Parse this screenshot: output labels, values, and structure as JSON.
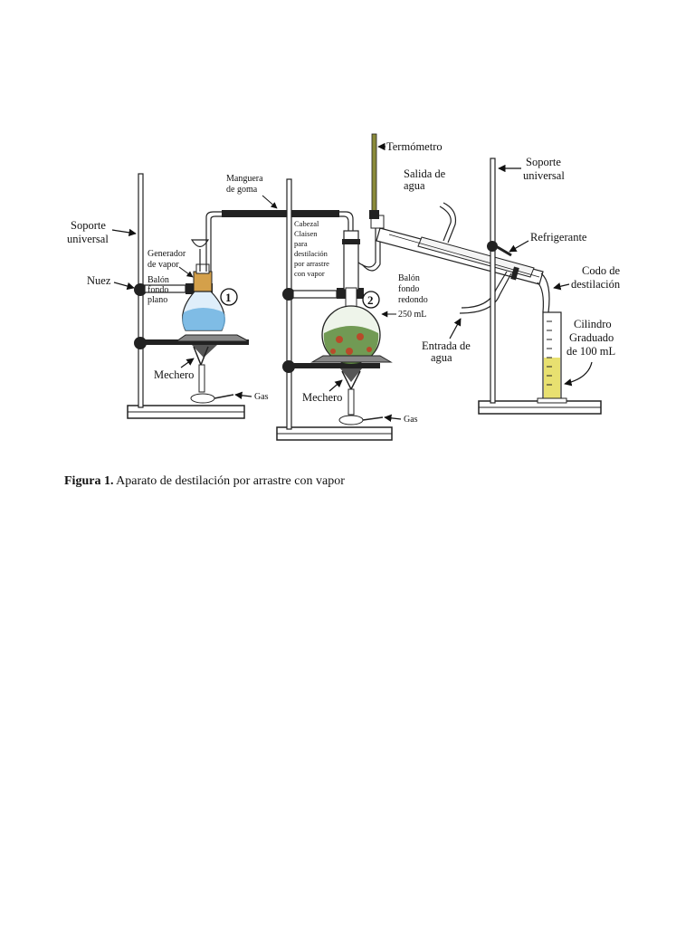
{
  "labels": {
    "soporte_universal_left": [
      "Soporte",
      "universal"
    ],
    "nuez": "Nuez",
    "generador_de_vapor": [
      "Generador",
      "de vapor"
    ],
    "balon_fondo_plano": [
      "Balón",
      "fondo",
      "plano"
    ],
    "flask_1_number": "1",
    "mechero_1": "Mechero",
    "gas_1": "Gas",
    "manguera_de_goma": [
      "Manguera",
      "de goma"
    ],
    "cabezal_claisen": [
      "Cabezal",
      "Claisen",
      "para",
      "destilación",
      "por arrastre",
      "con vapor"
    ],
    "flask_2_number": "2",
    "mechero_2": "Mechero",
    "gas_2": "Gas",
    "termometro": "Termómetro",
    "salida_de_agua": [
      "Salida de",
      "agua"
    ],
    "balon_fondo_redondo": [
      "Balón",
      "fondo",
      "redondo",
      "250 mL"
    ],
    "entrada_de_agua": [
      "Entrada de",
      "agua"
    ],
    "soporte_universal_right": [
      "Soporte",
      "universal"
    ],
    "refrigerante": "Refrigerante",
    "codo_de_destilacion": [
      "Codo de",
      "destilación"
    ],
    "cilindro_graduado": [
      "Cilindro",
      "Graduado",
      "de 100 mL"
    ]
  },
  "caption": {
    "label": "Figura 1.",
    "text": " Aparato de destilación por arrastre con vapor"
  },
  "colors": {
    "water_blue": "#6fb3e0",
    "distillate_yellow": "#e8e070",
    "plant_green": "#5a8a3a",
    "plant_red": "#b84a2a"
  }
}
